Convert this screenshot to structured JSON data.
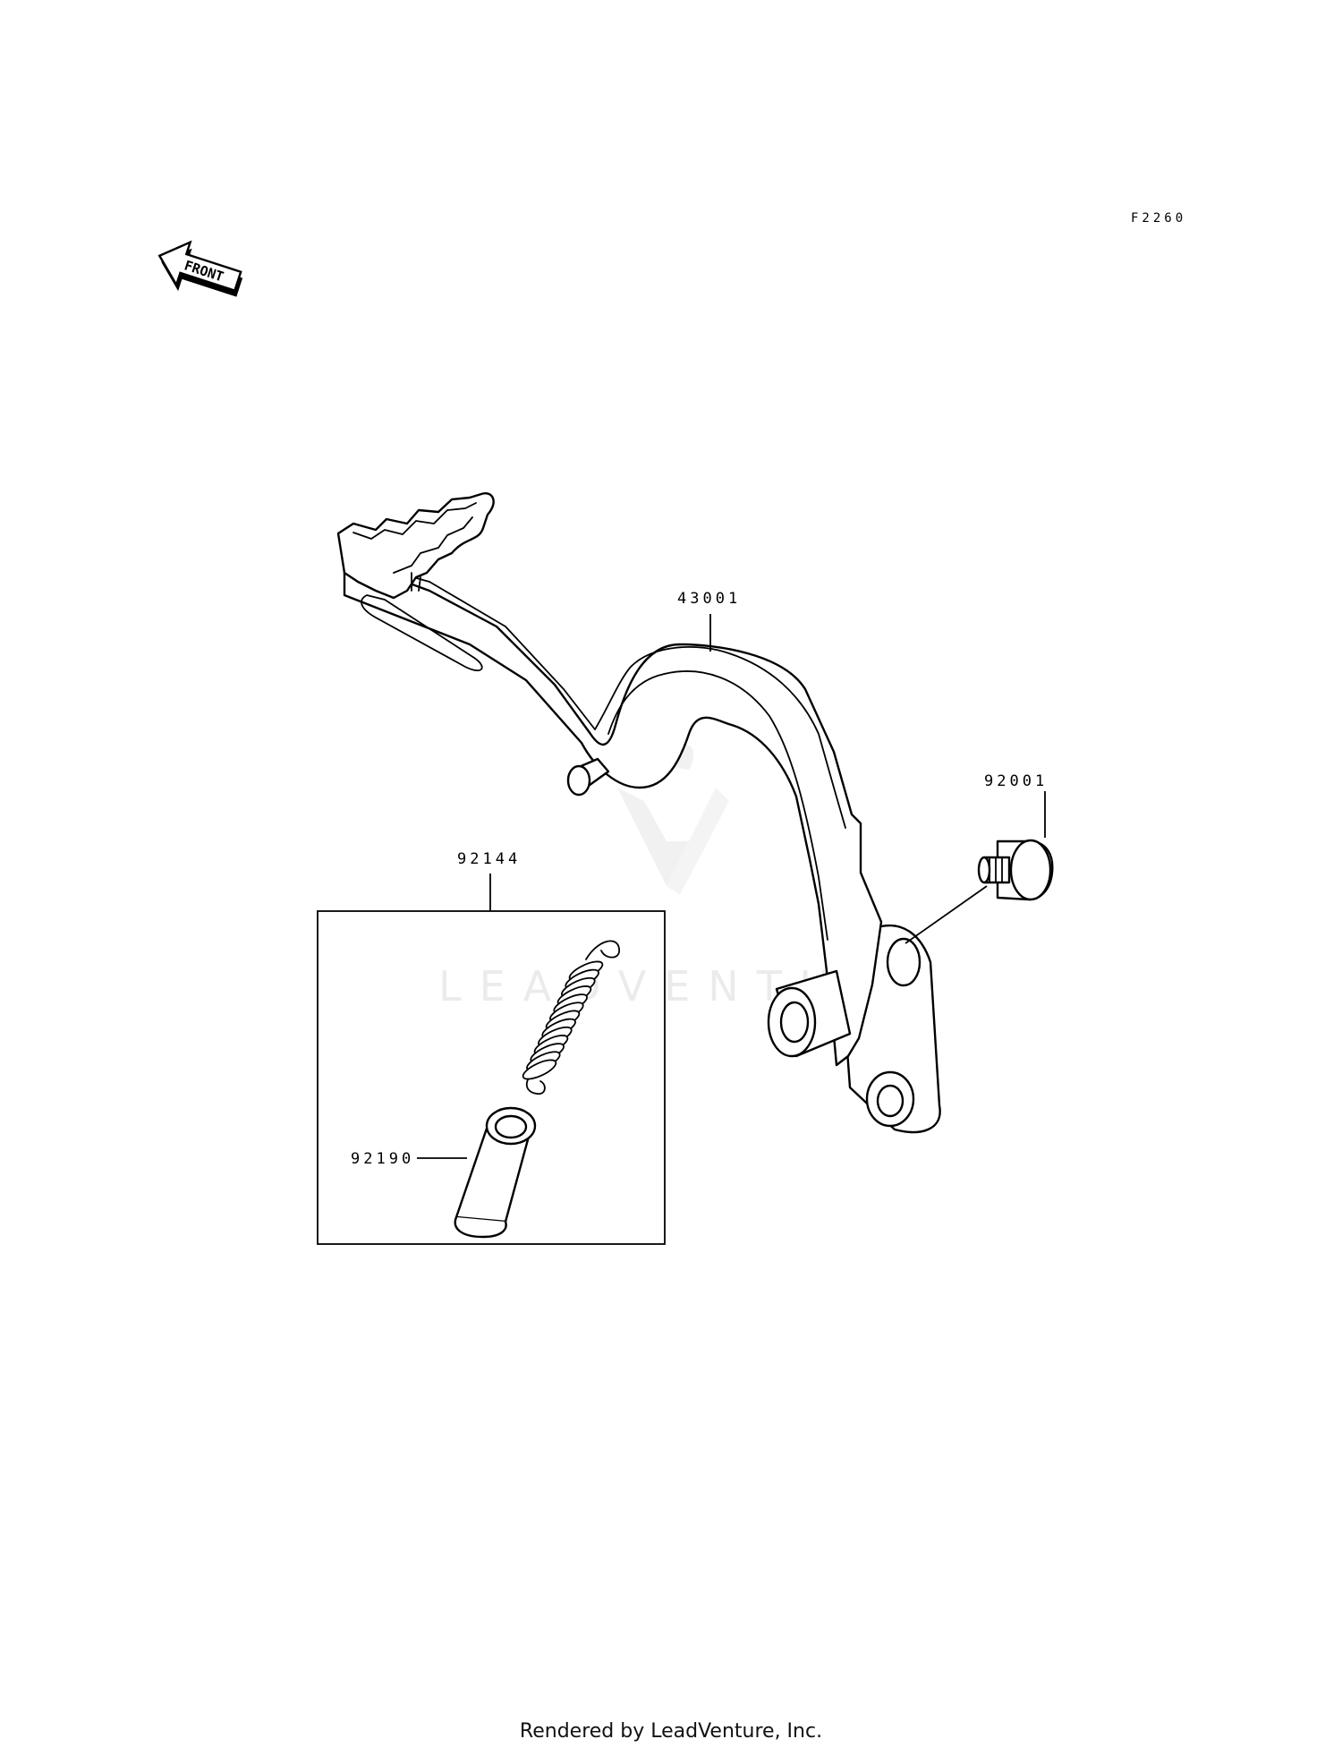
{
  "diagram": {
    "figure_code": "F2260",
    "front_label": "FRONT",
    "watermark": "LEADVENTURE",
    "parts": {
      "brake_pedal": "43001",
      "bolt": "92001",
      "kit_box": "92144",
      "collar": "92190"
    }
  },
  "footer": {
    "text": "Rendered by LeadVenture, Inc."
  }
}
